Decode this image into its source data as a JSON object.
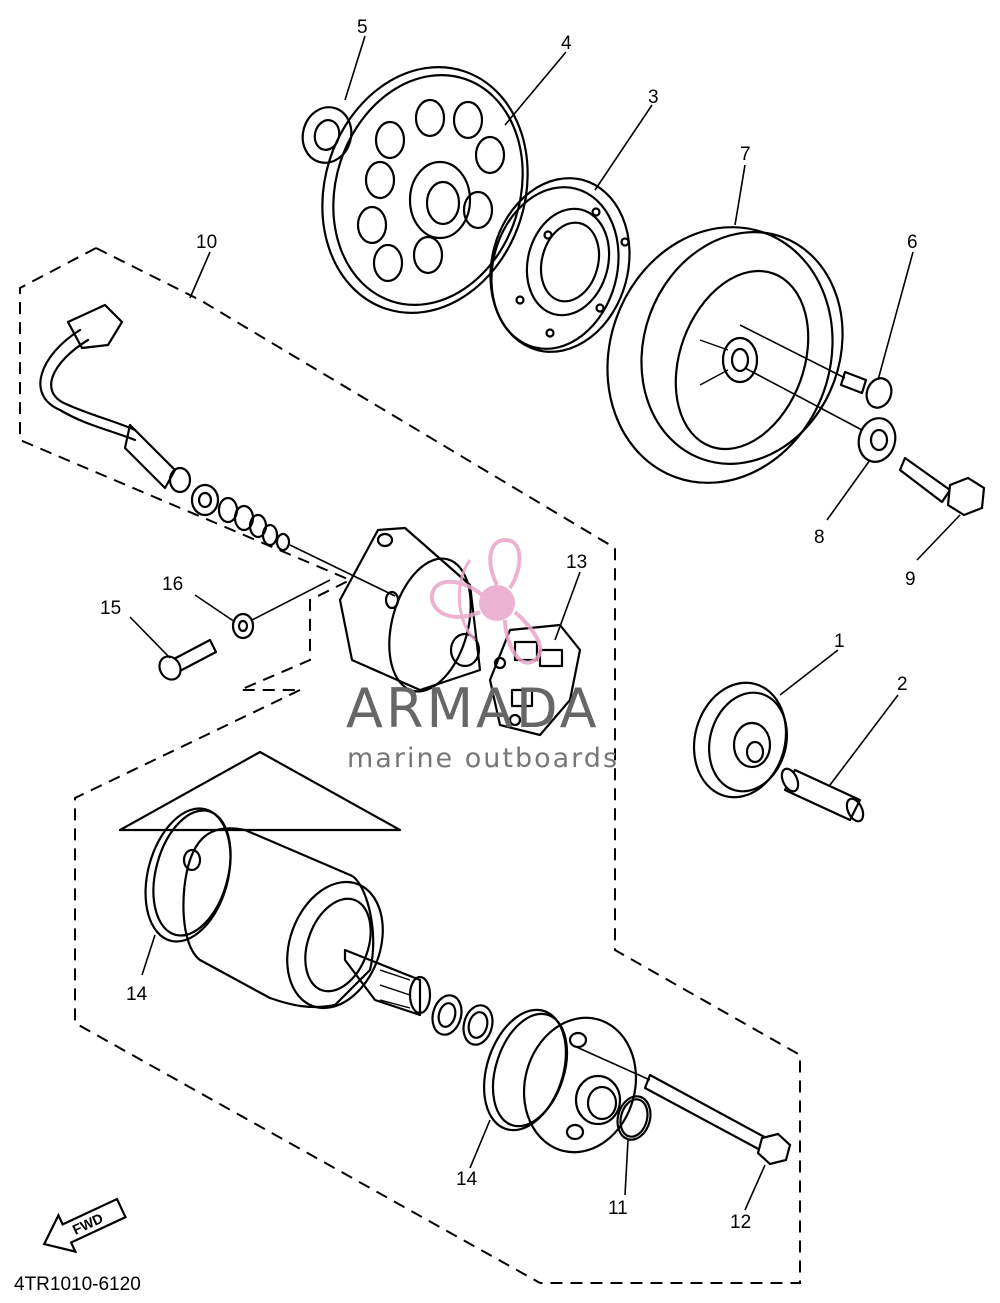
{
  "diagram": {
    "part_callouts": [
      "1",
      "2",
      "3",
      "4",
      "5",
      "6",
      "7",
      "8",
      "9",
      "10",
      "11",
      "12",
      "13",
      "14",
      "14",
      "15",
      "16"
    ],
    "drawing_code": "4TR1010-6120",
    "direction_label": "FWD"
  },
  "watermark": {
    "brand": "ARMADA",
    "tagline": "marine outboards",
    "logo_color": "#e8a6c8",
    "text_color": "#666666"
  }
}
